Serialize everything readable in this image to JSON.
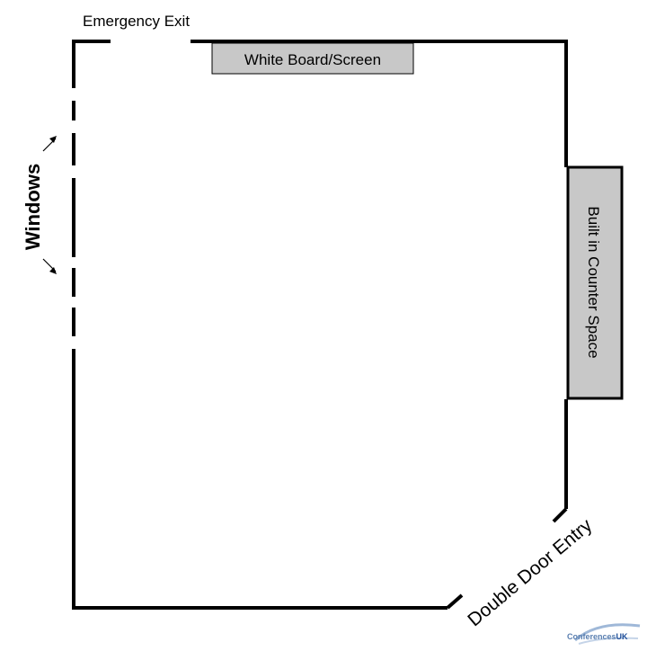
{
  "labels": {
    "emergency_exit": "Emergency Exit",
    "whiteboard": "White Board/Screen",
    "windows": "Windows",
    "counter": "Built in Counter Space",
    "entry": "Double Door Entry"
  },
  "logo": {
    "text_part1": "Conferences",
    "text_part2": "UK",
    "color_main": "#5a7fb0",
    "color_accent": "#1f4f9a"
  },
  "colors": {
    "wall": "#000000",
    "fixture_fill": "#c8c8c8"
  }
}
